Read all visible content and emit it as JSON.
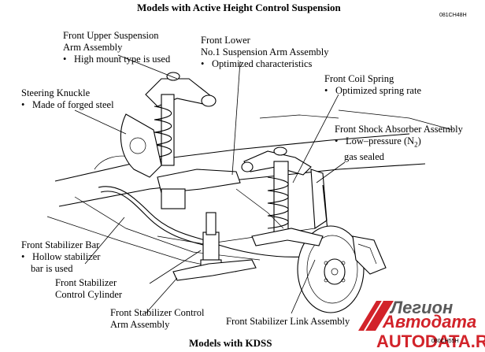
{
  "title_top": "Models with Active Height Control Suspension",
  "title_bottom": "Models with KDSS",
  "code_top": "081CH48H",
  "code_bottom": "080CH55H",
  "labels": {
    "upper_arm": {
      "line1": "Front Upper Suspension",
      "line2": "Arm Assembly",
      "bullet": "High mount type is used"
    },
    "lower_arm": {
      "line1": "Front Lower",
      "line2": "No.1 Suspension Arm Assembly",
      "bullet": "Optimized characteristics"
    },
    "coil_spring": {
      "line1": "Front Coil Spring",
      "bullet": "Optimized spring rate"
    },
    "steering_knuckle": {
      "line1": "Steering Knuckle",
      "bullet": "Made of forged steel"
    },
    "shock_absorber": {
      "line1": "Front Shock Absorber Assembly",
      "bullet_a": "Low–pressure (N",
      "subscript": "2",
      "bullet_b": ")",
      "line3": "gas sealed"
    },
    "stabilizer_bar": {
      "line1": "Front Stabilizer Bar",
      "bullet": "Hollow stabilizer",
      "line3": "bar is used"
    },
    "control_cylinder": {
      "line1": "Front Stabilizer",
      "line2": "Control Cylinder"
    },
    "control_arm": {
      "line1": "Front Stabilizer Control",
      "line2": "Arm Assembly"
    },
    "link_assembly": {
      "line1": "Front Stabilizer Link Assembly"
    }
  },
  "bullet_char": "•",
  "watermark": {
    "line1": "Легион",
    "line2": "Автодата",
    "url": "AUTODATA.RU"
  },
  "colors": {
    "watermark_red": "#d2232a",
    "watermark_gray": "#5a5a5a"
  }
}
